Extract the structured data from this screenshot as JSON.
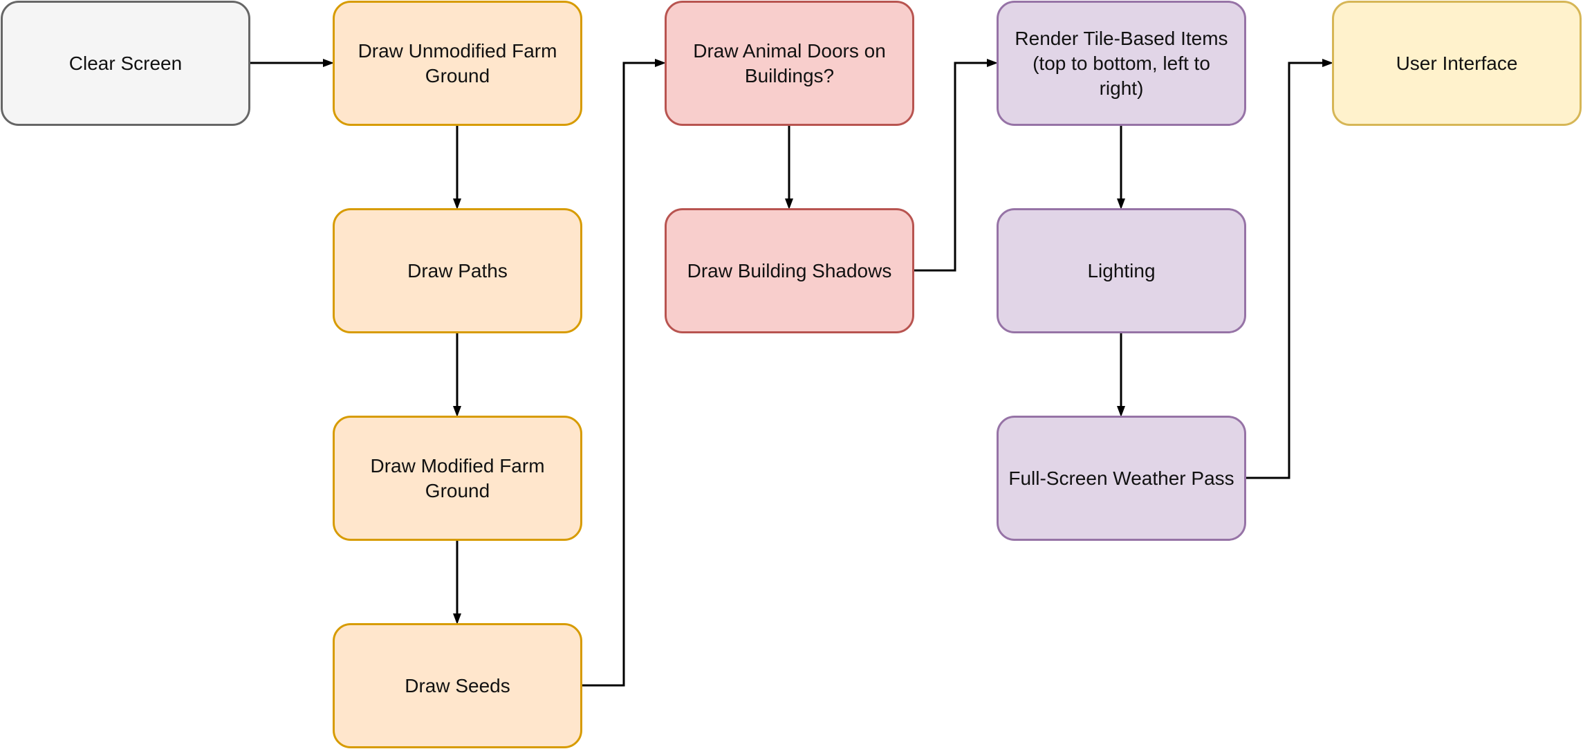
{
  "colors": {
    "gray": {
      "fill": "#f5f5f5",
      "stroke": "#666666"
    },
    "orange": {
      "fill": "#ffe6cc",
      "stroke": "#d79b00"
    },
    "red": {
      "fill": "#f8cecc",
      "stroke": "#b85450"
    },
    "purple": {
      "fill": "#e1d5e7",
      "stroke": "#9673a6"
    },
    "yellow": {
      "fill": "#fff2cc",
      "stroke": "#d6b656"
    },
    "edge": "#000000"
  },
  "nodes": [
    {
      "id": "clear-screen",
      "label": "Clear Screen",
      "color": "gray"
    },
    {
      "id": "draw-unmodified-farm-ground",
      "label": "Draw Unmodified Farm Ground",
      "color": "orange"
    },
    {
      "id": "draw-paths",
      "label": "Draw Paths",
      "color": "orange"
    },
    {
      "id": "draw-modified-farm-ground",
      "label": "Draw Modified Farm Ground",
      "color": "orange"
    },
    {
      "id": "draw-seeds",
      "label": "Draw Seeds",
      "color": "orange"
    },
    {
      "id": "draw-animal-doors",
      "label": "Draw Animal Doors on Buildings?",
      "color": "red"
    },
    {
      "id": "draw-building-shadows",
      "label": "Draw Building Shadows",
      "color": "red"
    },
    {
      "id": "render-tile-based-items",
      "label": "Render Tile-Based Items (top to bottom, left to right)",
      "color": "purple"
    },
    {
      "id": "lighting",
      "label": "Lighting",
      "color": "purple"
    },
    {
      "id": "full-screen-weather-pass",
      "label": "Full-Screen Weather Pass",
      "color": "purple"
    },
    {
      "id": "user-interface",
      "label": "User Interface",
      "color": "yellow"
    }
  ],
  "edges": [
    {
      "from": "clear-screen",
      "to": "draw-unmodified-farm-ground"
    },
    {
      "from": "draw-unmodified-farm-ground",
      "to": "draw-paths"
    },
    {
      "from": "draw-paths",
      "to": "draw-modified-farm-ground"
    },
    {
      "from": "draw-modified-farm-ground",
      "to": "draw-seeds"
    },
    {
      "from": "draw-seeds",
      "to": "draw-animal-doors"
    },
    {
      "from": "draw-animal-doors",
      "to": "draw-building-shadows"
    },
    {
      "from": "draw-building-shadows",
      "to": "render-tile-based-items"
    },
    {
      "from": "render-tile-based-items",
      "to": "lighting"
    },
    {
      "from": "lighting",
      "to": "full-screen-weather-pass"
    },
    {
      "from": "full-screen-weather-pass",
      "to": "user-interface"
    }
  ]
}
